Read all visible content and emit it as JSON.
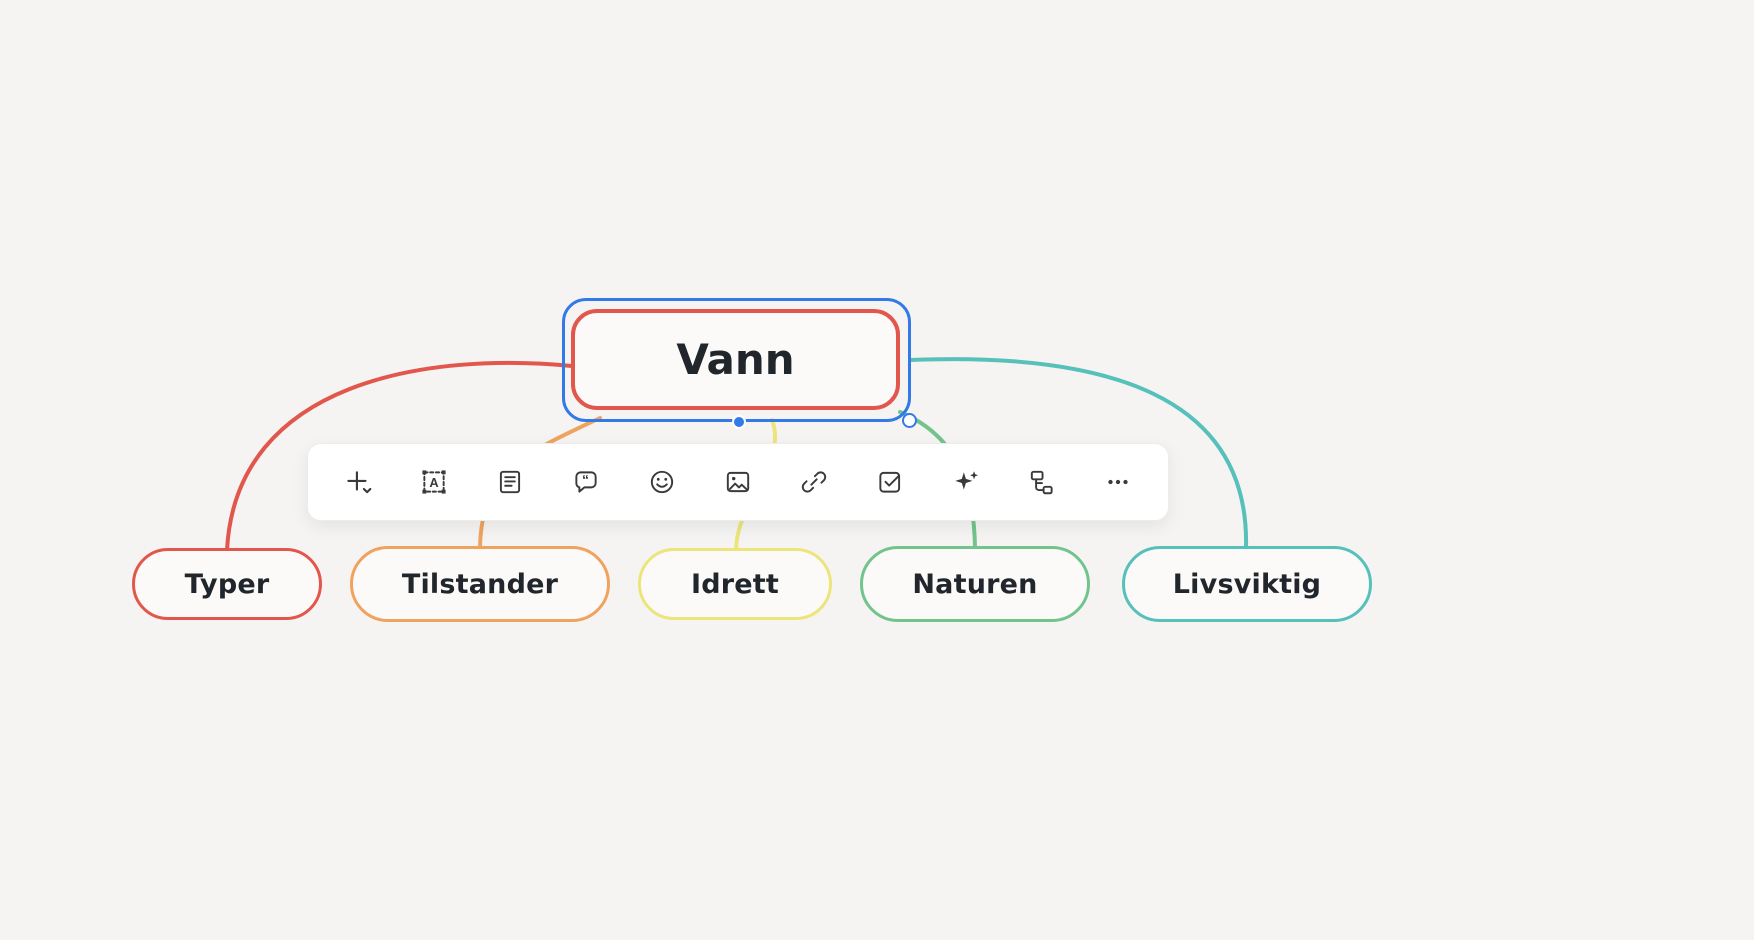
{
  "canvas": {
    "background": "#f5f4f2"
  },
  "mindmap": {
    "root": {
      "label": "Vann",
      "border_color": "#e2574c"
    },
    "selection": {
      "color": "#3379e8"
    },
    "children": [
      {
        "label": "Typer",
        "border_color": "#e2574c"
      },
      {
        "label": "Tilstander",
        "border_color": "#efa35f"
      },
      {
        "label": "Idrett",
        "border_color": "#ebe57b"
      },
      {
        "label": "Naturen",
        "border_color": "#72c48c"
      },
      {
        "label": "Livsviktig",
        "border_color": "#56c0ba"
      }
    ]
  },
  "toolbar": {
    "items": [
      {
        "name": "add-topic",
        "icon": "plus-icon"
      },
      {
        "name": "text",
        "icon": "text-box-icon"
      },
      {
        "name": "note",
        "icon": "note-icon"
      },
      {
        "name": "comment",
        "icon": "comment-icon"
      },
      {
        "name": "emoji",
        "icon": "smiley-icon"
      },
      {
        "name": "image",
        "icon": "image-icon"
      },
      {
        "name": "link",
        "icon": "link-icon"
      },
      {
        "name": "task",
        "icon": "checkbox-icon"
      },
      {
        "name": "ai",
        "icon": "sparkles-icon"
      },
      {
        "name": "layout",
        "icon": "hierarchy-icon"
      },
      {
        "name": "more",
        "icon": "ellipsis-icon"
      }
    ]
  }
}
